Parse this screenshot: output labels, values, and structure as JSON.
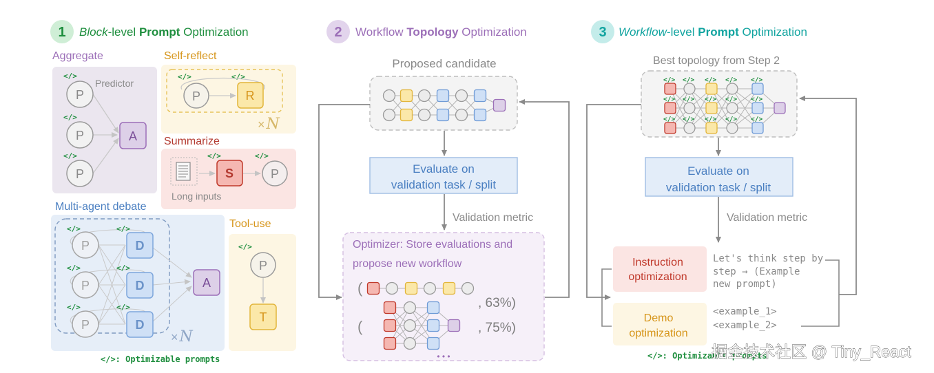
{
  "colors": {
    "green": "#1e8e3e",
    "purple": "#9c6fb8",
    "teal": "#12a4a0",
    "gray": "#8a8a8a",
    "blue_text": "#4a7fc1",
    "red_text": "#c0392b",
    "orange_text": "#d6951a"
  },
  "step1": {
    "number": "1",
    "title_block": "Block",
    "title_level": "-level ",
    "title_prompt": "Prompt",
    "title_opt": " Optimization",
    "aggregate": {
      "title": "Aggregate",
      "predictor": "Predictor",
      "node_p": "P",
      "node_a": "A"
    },
    "self_reflect": {
      "title": "Self-reflect",
      "node_p": "P",
      "node_r": "R",
      "times": "×",
      "n": "N"
    },
    "summarize": {
      "title": "Summarize",
      "node_s": "S",
      "node_p": "P",
      "long_inputs": "Long inputs"
    },
    "debate": {
      "title": "Multi-agent debate",
      "node_p": "P",
      "node_d": "D",
      "node_a": "A",
      "times": "×",
      "n": "N"
    },
    "tool_use": {
      "title": "Tool-use",
      "node_p": "P",
      "node_t": "T"
    },
    "code_tag": "</>",
    "footnote": "</>: Optimizable prompts"
  },
  "step2": {
    "number": "2",
    "title_a": "Workflow ",
    "title_b": "Topology",
    "title_c": " Optimization",
    "proposed": "Proposed candidate",
    "evaluate_line1": "Evaluate on",
    "evaluate_line2": "validation task / split",
    "metric": "Validation metric",
    "optimizer_label": "Optimizer:",
    "optimizer_line1": " Store evaluations and",
    "optimizer_line2": "propose new workflow",
    "paren": "(",
    "score1": ", 63%)",
    "score2": ", 75%)",
    "ellipsis": "• • •"
  },
  "step3": {
    "number": "3",
    "title_a": "Workflow",
    "title_b": "-level ",
    "title_c": "Prompt",
    "title_d": " Optimization",
    "best": "Best topology from Step 2",
    "evaluate_line1": "Evaluate on",
    "evaluate_line2": "validation task / split",
    "metric": "Validation metric",
    "instr_line1": "Instruction",
    "instr_line2": "optimization",
    "demo_line1": "Demo",
    "demo_line2": "optimization",
    "prompt_line1": "Let's think step by",
    "prompt_line2": "step → (Example",
    "prompt_line3": "new prompt)",
    "example1": "<example_1>",
    "example2": "<example_2>",
    "footnote": "</>: Optimizable prompts"
  },
  "watermark": "掘金技术社区 @ Tiny_React"
}
